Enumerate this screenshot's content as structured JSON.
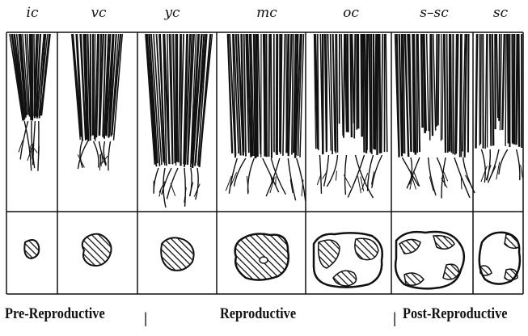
{
  "columns": [
    {
      "label": "ic"
    },
    {
      "label": "vc"
    },
    {
      "label": "yc"
    },
    {
      "label": "mc"
    },
    {
      "label": "oc"
    },
    {
      "label": "s–sc"
    },
    {
      "label": "sc"
    }
  ],
  "phases": {
    "pre": "Pre-Reproductive",
    "repro": "Reproductive",
    "post": "Post-Reproductive"
  },
  "colors": {
    "ink": "#111111",
    "background": "#ffffff"
  }
}
